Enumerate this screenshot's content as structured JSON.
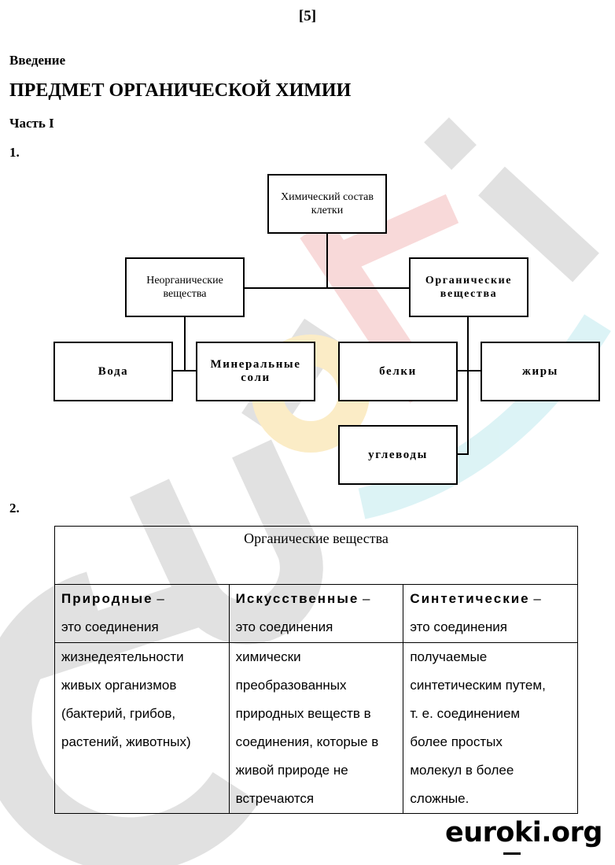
{
  "page_number": "[5]",
  "section": "Введение",
  "title": "ПРЕДМЕТ ОРГАНИЧЕСКОЙ ХИМИИ",
  "part": "Часть I",
  "question1": "1.",
  "question2": "2.",
  "diagram": {
    "root": [
      "Химический состав",
      "клетки"
    ],
    "inorganic": [
      "Неорганические",
      "вещества"
    ],
    "organic": [
      "Органические",
      "вещества"
    ],
    "water": "Вода",
    "minerals": [
      "Минеральные",
      "соли"
    ],
    "proteins": "белки",
    "fats": "жиры",
    "carbs": "углеводы"
  },
  "table": {
    "header": "Органические вещества",
    "columns": [
      {
        "name": "Природные",
        "dash": " –",
        "def": "это соединения",
        "desc": [
          "жизнедеятельности",
          "живых организмов",
          "(бактерий, грибов,",
          "растений, животных)"
        ]
      },
      {
        "name": "Искусственные",
        "dash": " –",
        "def": "это соединения",
        "desc": [
          "химически",
          "преобразованных",
          "природных веществ в",
          "соединения, которые в",
          "живой природе не",
          "встречаются"
        ]
      },
      {
        "name": "Синтетические",
        "dash": " –",
        "def": "это соединения",
        "desc": [
          "получаемые",
          "синтетическим путем,",
          "т. е. соединением",
          "более простых",
          "молекул в более",
          "сложные."
        ]
      }
    ]
  },
  "watermark_text": "euroki",
  "logo": {
    "text": "euroki.org"
  },
  "colors": {
    "wm_gray": "#d9d9d9",
    "wm_red": "#f6cfcf",
    "wm_yellow": "#fbebc0",
    "wm_cyan": "#d4f1f4"
  }
}
